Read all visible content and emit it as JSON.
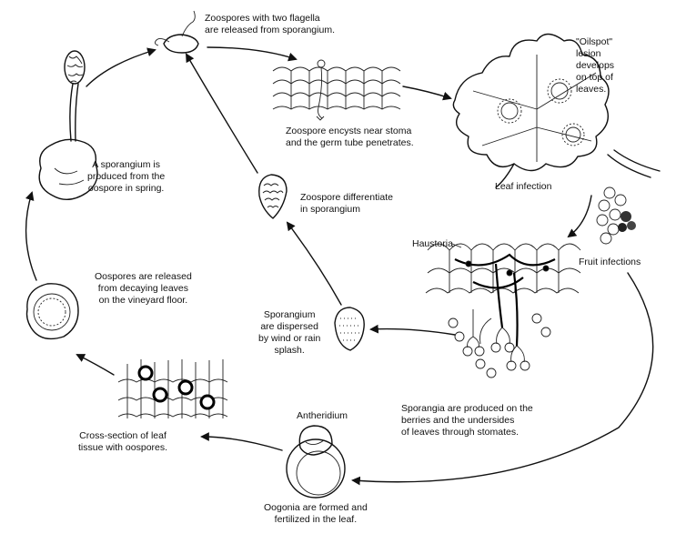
{
  "labels": {
    "zoospores": "Zoospores with two flagella\nare released from sporangium.",
    "encysts": "Zoospore encysts near stoma\nand the germ tube penetrates.",
    "oilspot": "\"Oilspot\"\nlesion\ndevelops\non top of\nleaves.",
    "leaf_infection": "Leaf infection",
    "fruit_infections": "Fruit infections",
    "haustoria": "Haustoria",
    "sporangium_produced": "A sporangium is\nproduced from the\noospore in spring.",
    "zoospore_differentiate": "Zoospore differentiate\nin sporangium",
    "oospores_released": "Oospores are released\nfrom decaying leaves\non the vineyard floor.",
    "sporangium_dispersed": "Sporangium\nare dispersed\nby wind or rain\nsplash.",
    "sporangia_produced": "Sporangia are produced on the\nberries and the undersides\nof leaves through stomates.",
    "antheridium": "Antheridium",
    "cross_section": "Cross-section of leaf\ntissue with oospores.",
    "oogonia": "Oogonia are formed and\nfertilized in the leaf."
  }
}
